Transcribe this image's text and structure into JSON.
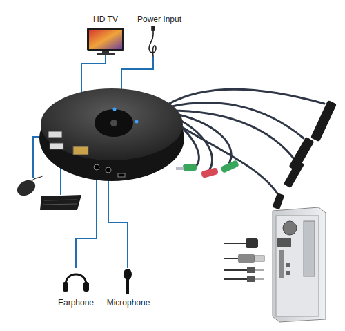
{
  "diagram": {
    "labels": [
      "HD TV",
      "Power Input",
      "Earphone",
      "Microphone"
    ]
  }
}
